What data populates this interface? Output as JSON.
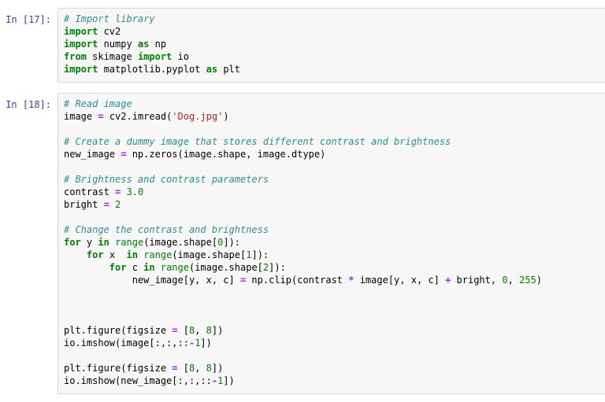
{
  "app": "jupyter-notebook",
  "theme": {
    "page_background": "#ffffff",
    "cell_background": "#f7f7f7",
    "cell_border": "#d9d9d9",
    "prompt_color": "#303F9F",
    "keyword_color": "#008000",
    "builtin_color": "#008000",
    "comment_color": "#2E8F8F",
    "string_color": "#BA2121",
    "number_color": "#008000",
    "operator_color": "#AA22FF",
    "text_color": "#000000"
  },
  "cells": [
    {
      "prompt": "In [17]:",
      "lines": [
        [
          [
            "c",
            "# Import library"
          ]
        ],
        [
          [
            "k",
            "import"
          ],
          [
            "t",
            " cv2"
          ]
        ],
        [
          [
            "k",
            "import"
          ],
          [
            "t",
            " numpy "
          ],
          [
            "k",
            "as"
          ],
          [
            "t",
            " np"
          ]
        ],
        [
          [
            "k",
            "from"
          ],
          [
            "t",
            " skimage "
          ],
          [
            "k",
            "import"
          ],
          [
            "t",
            " io"
          ]
        ],
        [
          [
            "k",
            "import"
          ],
          [
            "t",
            " matplotlib.pyplot "
          ],
          [
            "k",
            "as"
          ],
          [
            "t",
            " plt"
          ]
        ]
      ]
    },
    {
      "prompt": "In [18]:",
      "lines": [
        [
          [
            "c",
            "# Read image"
          ]
        ],
        [
          [
            "t",
            "image "
          ],
          [
            "o",
            "="
          ],
          [
            "t",
            " cv2.imread("
          ],
          [
            "s",
            "'Dog.jpg'"
          ],
          [
            "t",
            ")"
          ]
        ],
        [],
        [
          [
            "c",
            "# Create a dummy image that stores different contrast and brightness"
          ]
        ],
        [
          [
            "t",
            "new_image "
          ],
          [
            "o",
            "="
          ],
          [
            "t",
            " np.zeros(image.shape, image.dtype)"
          ]
        ],
        [],
        [
          [
            "c",
            "# Brightness and contrast parameters"
          ]
        ],
        [
          [
            "t",
            "contrast "
          ],
          [
            "o",
            "="
          ],
          [
            "t",
            " "
          ],
          [
            "n",
            "3.0"
          ]
        ],
        [
          [
            "t",
            "bright "
          ],
          [
            "o",
            "="
          ],
          [
            "t",
            " "
          ],
          [
            "n",
            "2"
          ]
        ],
        [],
        [
          [
            "c",
            "# Change the contrast and brightness"
          ]
        ],
        [
          [
            "k",
            "for"
          ],
          [
            "t",
            " y "
          ],
          [
            "k",
            "in"
          ],
          [
            "t",
            " "
          ],
          [
            "b",
            "range"
          ],
          [
            "t",
            "(image.shape["
          ],
          [
            "n",
            "0"
          ],
          [
            "t",
            "]):"
          ]
        ],
        [
          [
            "t",
            "    "
          ],
          [
            "k",
            "for"
          ],
          [
            "t",
            " x  "
          ],
          [
            "k",
            "in"
          ],
          [
            "t",
            " "
          ],
          [
            "b",
            "range"
          ],
          [
            "t",
            "(image.shape["
          ],
          [
            "n",
            "1"
          ],
          [
            "t",
            "]):"
          ]
        ],
        [
          [
            "t",
            "        "
          ],
          [
            "k",
            "for"
          ],
          [
            "t",
            " c "
          ],
          [
            "k",
            "in"
          ],
          [
            "t",
            " "
          ],
          [
            "b",
            "range"
          ],
          [
            "t",
            "(image.shape["
          ],
          [
            "n",
            "2"
          ],
          [
            "t",
            "]):"
          ]
        ],
        [
          [
            "t",
            "            new_image[y, x, c] "
          ],
          [
            "o",
            "="
          ],
          [
            "t",
            " np.clip(contrast "
          ],
          [
            "o",
            "*"
          ],
          [
            "t",
            " image[y, x, c] "
          ],
          [
            "o",
            "+"
          ],
          [
            "t",
            " bright, "
          ],
          [
            "n",
            "0"
          ],
          [
            "t",
            ", "
          ],
          [
            "n",
            "255"
          ],
          [
            "t",
            ")"
          ]
        ],
        [],
        [],
        [],
        [
          [
            "t",
            "plt.figure(figsize "
          ],
          [
            "o",
            "="
          ],
          [
            "t",
            " ["
          ],
          [
            "n",
            "8"
          ],
          [
            "t",
            ", "
          ],
          [
            "n",
            "8"
          ],
          [
            "t",
            "])"
          ]
        ],
        [
          [
            "t",
            "io.imshow(image[:,:,::"
          ],
          [
            "o",
            "-"
          ],
          [
            "n",
            "1"
          ],
          [
            "t",
            "])"
          ]
        ],
        [],
        [
          [
            "t",
            "plt.figure(figsize "
          ],
          [
            "o",
            "="
          ],
          [
            "t",
            " ["
          ],
          [
            "n",
            "8"
          ],
          [
            "t",
            ", "
          ],
          [
            "n",
            "8"
          ],
          [
            "t",
            "])"
          ]
        ],
        [
          [
            "t",
            "io.imshow(new_image[:,:,::"
          ],
          [
            "o",
            "-"
          ],
          [
            "n",
            "1"
          ],
          [
            "t",
            "])"
          ]
        ]
      ]
    }
  ]
}
